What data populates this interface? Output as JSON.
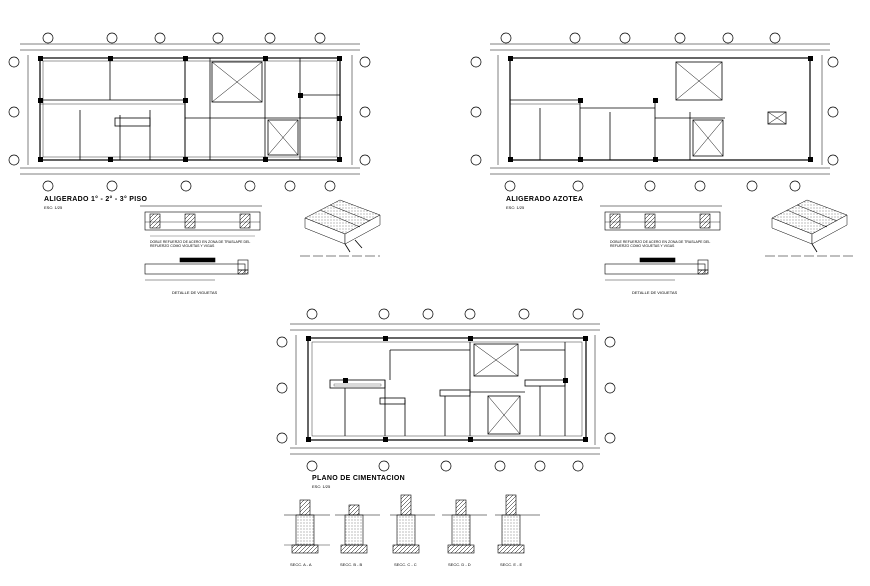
{
  "drawings": {
    "floor_slab": {
      "title": "ALIGERADO 1° - 2° - 3° PISO",
      "scale": "ESC: 1/25"
    },
    "roof_slab": {
      "title": "ALIGERADO AZOTEA",
      "scale": "ESC: 1/25"
    },
    "foundation": {
      "title": "PLANO DE CIMENTACION",
      "scale": "ESC: 1/25"
    }
  },
  "details": {
    "note": "DOBLE REFUERZO DE ACERO EN ZONA DE TRASLAPE DEL REFUERZO COMO VIGUETAS Y VIGAS",
    "beam_detail": "DETALLE DE VIGUETAS"
  },
  "sections": [
    "SECC. A - A",
    "SECC. B - B",
    "SECC. C - C",
    "SECC. D - D",
    "SECC. E - E"
  ]
}
